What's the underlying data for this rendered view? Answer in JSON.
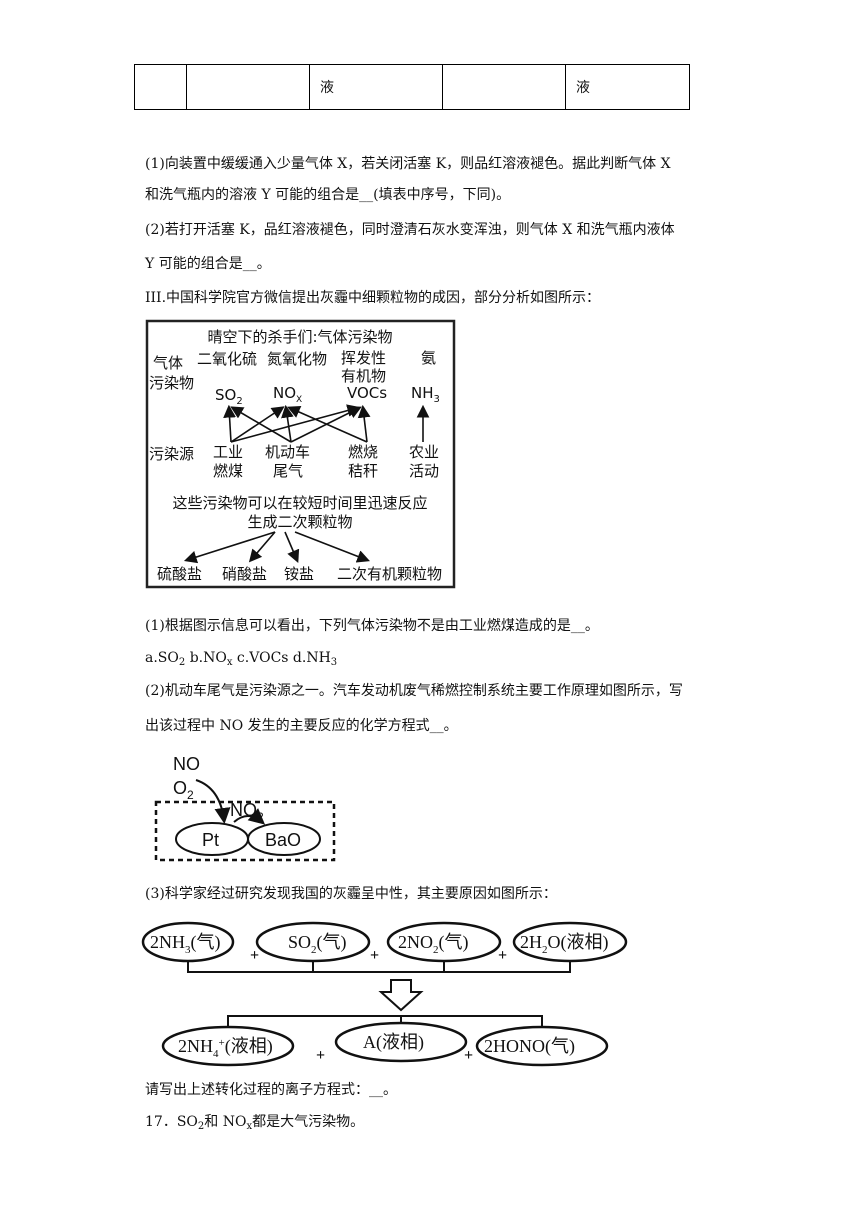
{
  "table": {
    "row": [
      "",
      "",
      "液",
      "",
      "液"
    ]
  },
  "q_part2": {
    "q1_line1": "(1)向装置中缓缓通入少量气体 X，若关闭活塞 K，则品红溶液褪色。据此判断气体 X",
    "q1_line2": "和洗气瓶内的溶液 Y 可能的组合是__(填表中序号，下同)。",
    "q2_line1": "(2)若打开活塞 K，品红溶液褪色，同时澄清石灰水变浑浊，则气体 X 和洗气瓶内液体",
    "q2_line2": "Y 可能的组合是__。"
  },
  "section3": {
    "intro": "III.中国科学院官方微信提出灰霾中细颗粒物的成因，部分分析如图所示：",
    "q1": "(1)根据图示信息可以看出，下列气体污染物不是由工业燃煤造成的是__。",
    "opt_a": "a.SO",
    "opt_a_sub": "2",
    "opt_b": " b.NO",
    "opt_b_sub": "x",
    "opt_c": " c.VOCs d.NH",
    "opt_c_sub": "3",
    "q2_line1": "(2)机动车尾气是污染源之一。汽车发动机废气稀燃控制系统主要工作原理如图所示，写",
    "q2_line2": "出该过程中 NO 发生的主要反应的化学方程式__。",
    "q3": "(3)科学家经过研究发现我国的灰霾呈中性，其主要原因如图所示：",
    "q3_ask": "请写出上述转化过程的离子方程式：__。",
    "q17": "17．SO",
    "q17_sub": "2",
    "q17_mid": "和 NO",
    "q17_sub2": "x",
    "q17_end": "都是大气污染物。"
  },
  "diagram1": {
    "title": "晴空下的杀手们:气体污染物",
    "row_label_gas_1": "气体",
    "row_label_gas_2": "污染物",
    "gas_names": [
      "二氧化硫",
      "氮氧化物",
      "挥发性",
      "有机物",
      "氨"
    ],
    "gas_formulas": {
      "so": "SO",
      "so_sub": "2",
      "no": "NO",
      "no_sub": "X",
      "vocs": "VOCs",
      "nh": "NH",
      "nh_sub": "3"
    },
    "source_label": "污染源",
    "sources": [
      "工业",
      "燃煤",
      "机动车",
      "尾气",
      "燃烧",
      "秸秆",
      "农业",
      "活动"
    ],
    "reaction_1": "这些污染物可以在较短时间里迅速反应",
    "reaction_2": "生成二次颗粒物",
    "products": [
      "硫酸盐",
      "硝酸盐",
      "铵盐",
      "二次有机颗粒物"
    ]
  },
  "diagram2": {
    "no": "NO",
    "o2": "O",
    "o2_sub": "2",
    "no2": "NO",
    "no2_sub": "2",
    "pt": "Pt",
    "bao": "BaO"
  },
  "diagram3": {
    "r1": "2NH",
    "r1_sub": "3",
    "r1_end": "(气)",
    "r2": "SO",
    "r2_sub": "2",
    "r2_end": "(气)",
    "r3": "2NO",
    "r3_sub": "2",
    "r3_end": "(气)",
    "r4": "2H",
    "r4_sub": "2",
    "r4_end": "O(液相)",
    "p1": "2NH",
    "p1_sub": "4",
    "p1_sup": "+",
    "p1_end": "(液相)",
    "p2": "A(液相)",
    "p3": "2HONO(气)",
    "plus": "+"
  }
}
